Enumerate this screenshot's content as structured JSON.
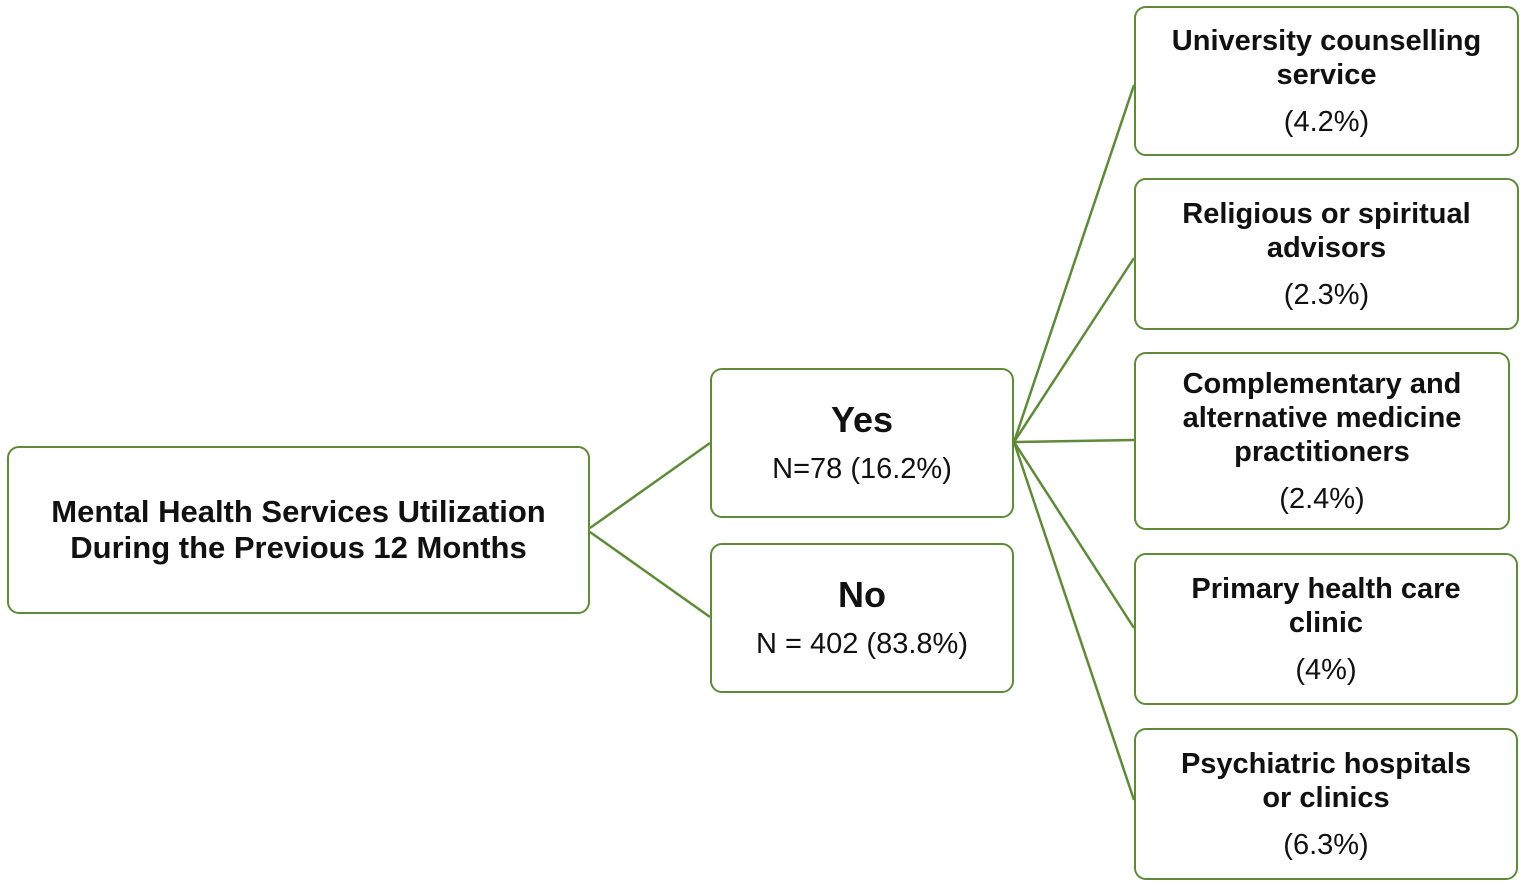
{
  "theme": {
    "border_color": "#5e8a3a",
    "line_color": "#5e8a3a"
  },
  "root": {
    "title": "Mental Health Services Utilization\nDuring the Previous 12 Months"
  },
  "branches": [
    {
      "label": "Yes",
      "count": "N=78 (16.2%)"
    },
    {
      "label": "No",
      "count": "N = 402 (83.8%)"
    }
  ],
  "services": [
    {
      "label": "University counselling\nservice",
      "value": "(4.2%)"
    },
    {
      "label": "Religious or spiritual\nadvisors",
      "value": "(2.3%)"
    },
    {
      "label": "Complementary and\nalternative medicine\npractitioners",
      "value": "(2.4%)"
    },
    {
      "label": "Primary health care\nclinic",
      "value": "(4%)"
    },
    {
      "label": "Psychiatric hospitals\nor clinics",
      "value": "(6.3%)"
    }
  ]
}
